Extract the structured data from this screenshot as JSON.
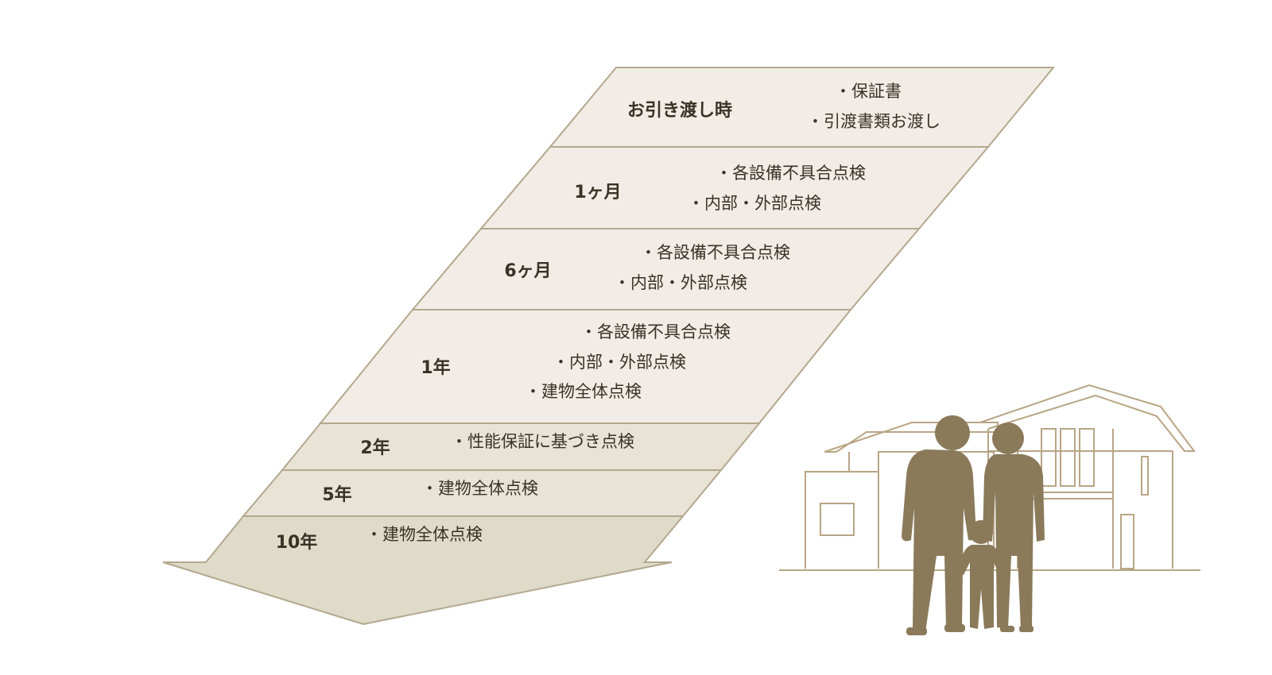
{
  "colors": {
    "band_light": "#f1ece6",
    "band_mid": "#e8e3d5",
    "band_dark": "#dedbc8",
    "border": "#b3a88e",
    "house_line": "#b8a585",
    "silhouette": "#8a7a5a",
    "text": "#3a3226"
  },
  "schedule": [
    {
      "period": "お引き渡し時",
      "items": [
        "・保証書",
        "・引渡書類お渡し"
      ]
    },
    {
      "period": "1ヶ月",
      "items": [
        "・各設備不具合点検",
        "・内部・外部点検"
      ]
    },
    {
      "period": "6ヶ月",
      "items": [
        "・各設備不具合点検",
        "・内部・外部点検"
      ]
    },
    {
      "period": "1年",
      "items": [
        "・各設備不具合点検",
        "・内部・外部点検",
        "・建物全体点検"
      ]
    },
    {
      "period": "2年",
      "items": [
        "・性能保証に基づき点検"
      ]
    },
    {
      "period": "5年",
      "items": [
        "・建物全体点検"
      ]
    },
    {
      "period": "10年",
      "items": [
        "・建物全体点検"
      ]
    }
  ],
  "illustration": {
    "house": "house-outline-icon",
    "family": "family-silhouette-icon"
  }
}
